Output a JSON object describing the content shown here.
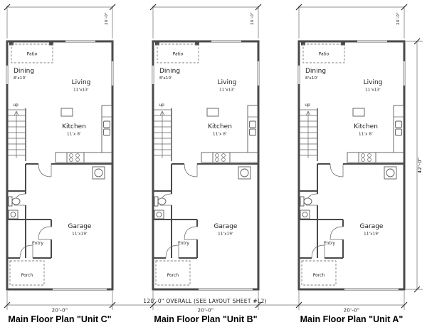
{
  "sheet": {
    "background_color": "#ffffff",
    "wall_color": "#4a4a4a",
    "text_color": "#1b1b1b"
  },
  "rooms": {
    "patio": "Patio",
    "dining_name": "Dining",
    "dining_size": "8'x10'",
    "living_name": "Living",
    "living_size": "11'x13'",
    "up": "up",
    "kitchen_name": "Kitchen",
    "kitchen_size": "11'x 8'",
    "garage_name": "Garage",
    "garage_size": "11'x19'",
    "entry": "Entry",
    "porch": "Porch"
  },
  "dimensions": {
    "overall": "120'-0\" OVERALL (SEE LAYOUT SHEET #L2)",
    "overall_height": "42'-0\""
  },
  "units": [
    {
      "title": "Main Floor Plan \"Unit C\"",
      "width_dim": "20'-0\"",
      "top_dim": "20'-0\""
    },
    {
      "title": "Main Floor Plan \"Unit B\"",
      "width_dim": "20'-0\"",
      "top_dim": "20'-0\""
    },
    {
      "title": "Main Floor Plan \"Unit A\"",
      "width_dim": "20'-0\"",
      "top_dim": "20'-0\""
    }
  ]
}
